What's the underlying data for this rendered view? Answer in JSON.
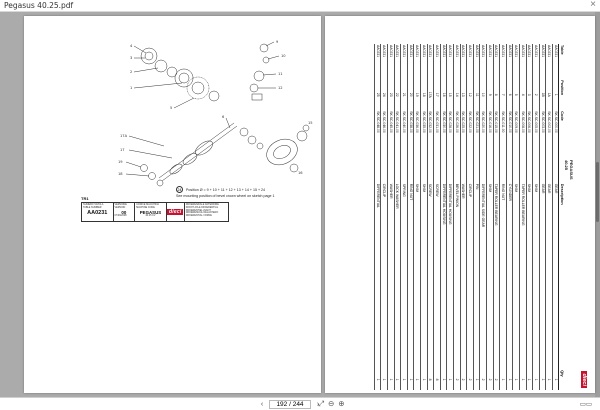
{
  "window": {
    "title": "Pegasus 40.25.pdf"
  },
  "viewer": {
    "page_input": "192 / 244"
  },
  "left_page": {
    "legend": [
      {
        "num": "24",
        "text": "Position Ø = 9 + 10 + 11 + 12 + 13 + 14 + 15 + 24"
      },
      {
        "num": "",
        "text": "See mounting position of bevel crown wheel on sketch page 1"
      }
    ],
    "titleblock": {
      "tr": "TR1",
      "tavola_label": "NUMERO TAVOLA\nTABLE NUMBER",
      "tavola": "AA0231",
      "version_label": "VERSIONE\nVERSION",
      "version": "00",
      "date": "07/03/2008",
      "machine_label": "CODICE MACCHINA\nMACHINE CODE",
      "machine": "PEGASUS",
      "machine_sub": "40.25 CV",
      "desc": "DIFFERENZIALE ANTERIORE\nFRONT AXLE DIFFERENTIAL\nDIFFERENTIEL AVANT\nDIFFERENCIAL DELANTERO\nDIFFERENTIAL VORNE",
      "brand": "dieci"
    }
  },
  "right_page": {
    "brand": "dieci",
    "product": "PEGASUS\n40.25",
    "headers": [
      "Table",
      "Position",
      "Code",
      "Description",
      "Qty"
    ],
    "rows": [
      [
        "AA0231",
        "1",
        "SK.SC.000.00",
        "GEAR",
        "1"
      ],
      [
        "AA0231",
        "1A",
        "SK.SC.002.00",
        "GEAR",
        "1"
      ],
      [
        "AA0231",
        "1B",
        "SK.SC.003.00",
        "GEAR",
        "1"
      ],
      [
        "AA0231",
        "2",
        "SK.SC.005.00",
        "SHIM",
        "1"
      ],
      [
        "AA0231",
        "3",
        "SK.SC.006.00",
        "SHIM",
        "1"
      ],
      [
        "AA0231",
        "4",
        "SK.SC.008.00",
        "TAPER ROLLER BEARING",
        "1"
      ],
      [
        "AA0231",
        "5",
        "SK.SC.009.00",
        "SHIM",
        "1"
      ],
      [
        "AA0231",
        "6",
        "SK.SC.010.00",
        "CYLINDER",
        "1"
      ],
      [
        "AA0231",
        "7",
        "SK.SC.011.00",
        "RING NUT",
        "1"
      ],
      [
        "AA0231",
        "8",
        "SK.SC.015.00",
        "TAPER ROLLER BEARING",
        "2"
      ],
      [
        "AA0231",
        "9",
        "SK.SC.016.00",
        "SHIM",
        "2"
      ],
      [
        "AA0231",
        "10",
        "SK.SC.020.00",
        "DIFFERENTIAL SIDE GEAR",
        "2"
      ],
      [
        "AA0231",
        "11",
        "SK.SC.021.00",
        "PIN",
        "1"
      ],
      [
        "AA0231",
        "12",
        "SK.SC.022.00",
        "CIRCLIP",
        "2"
      ],
      [
        "AA0231",
        "13",
        "SK.SC.025.00",
        "WASHER",
        "2"
      ],
      [
        "AA0231",
        "14",
        "SK.SC.026.00",
        "BEVEL PINION",
        "2"
      ],
      [
        "AA0231",
        "15",
        "SK.SC.028.00",
        "DIFFERENTIAL HOUSING",
        "1"
      ],
      [
        "AA0231",
        "16",
        "SK.SC.030.00",
        "DIFFERENTIAL HOUSING",
        "1"
      ],
      [
        "AA0231",
        "17",
        "SK.SC.031.00",
        "SCREW",
        "8"
      ],
      [
        "AA0231",
        "17A",
        "SK.SC.032.00",
        "SCREW",
        "8"
      ],
      [
        "AA0231",
        "18",
        "SK.SC.035.00",
        "SHIM",
        "1"
      ],
      [
        "AA0231",
        "19",
        "SK.SC.036.00",
        "SHIM",
        "1"
      ],
      [
        "AA0231",
        "20",
        "SK.SC.038.00",
        "RING NUT",
        "1"
      ],
      [
        "AA0231",
        "21",
        "SK.SC.040.00",
        "SPRING",
        "1"
      ],
      [
        "AA0231",
        "22",
        "SK.SC.041.00",
        "LOCK WASHER",
        "1"
      ],
      [
        "AA0231",
        "23",
        "SK.SC.045.00",
        "WASHER",
        "1"
      ],
      [
        "AA0231",
        "24",
        "SK.SC.046.00",
        "CIRCLIP",
        "1"
      ],
      [
        "AA0231",
        "25",
        "SK.SC.048.00",
        "DIFFERENTIAL",
        "1"
      ]
    ]
  },
  "icons": {
    "close": "close-icon",
    "prev": "chevron-left-icon",
    "next": "chevron-right-icon"
  }
}
